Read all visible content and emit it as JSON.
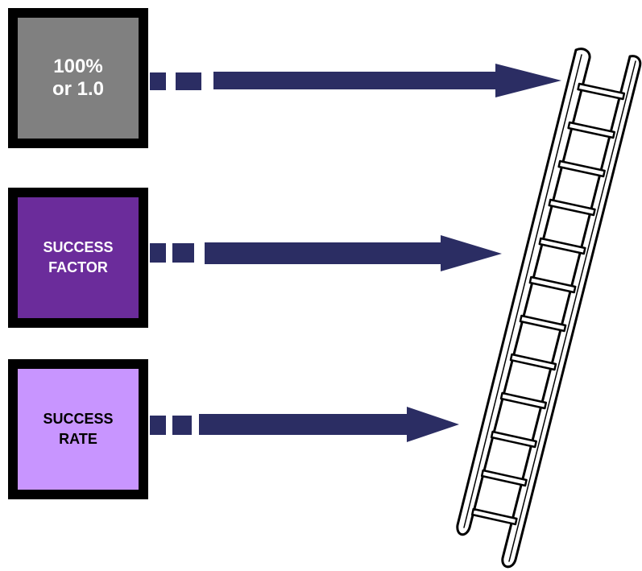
{
  "boxes": [
    {
      "label": "100%\nor 1.0",
      "fill": "#808080",
      "text_color": "#ffffff"
    },
    {
      "label": "SUCCESS\nFACTOR",
      "fill": "#6b2c9b",
      "text_color": "#ffffff"
    },
    {
      "label": "SUCCESS\nRATE",
      "fill": "#c895ff",
      "text_color": "#000000"
    }
  ],
  "colors": {
    "arrow": "#2b2d63",
    "ladder_stroke": "#000000",
    "border": "#000000"
  },
  "icons": [
    "dashed-arrow-icon",
    "ladder-icon"
  ]
}
